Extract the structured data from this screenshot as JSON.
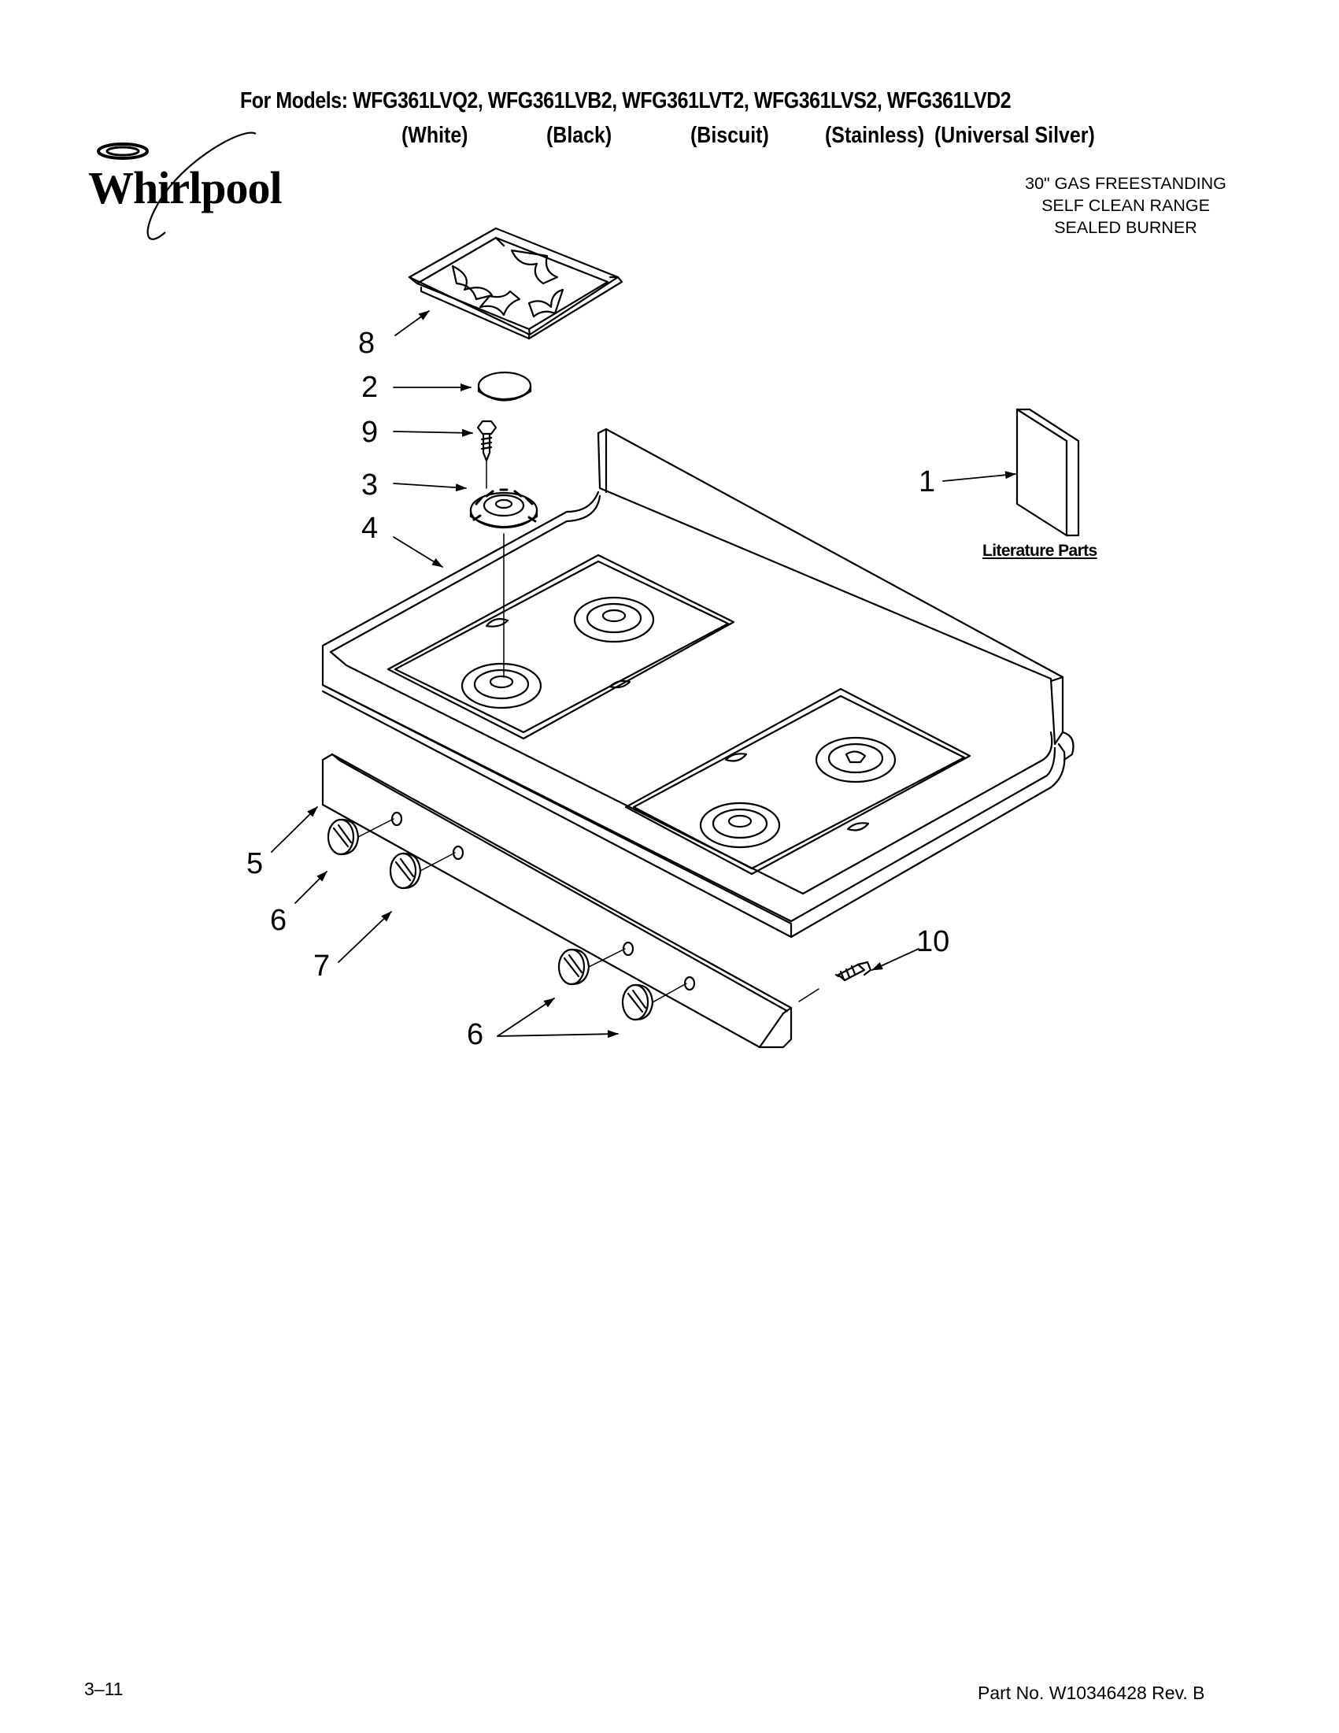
{
  "header": {
    "models_line": "For Models: WFG361LVQ2, WFG361LVB2, WFG361LVT2, WFG361LVS2, WFG361LVD2",
    "colors": [
      "(White)",
      "(Black)",
      "(Biscuit)",
      "(Stainless)",
      "(Universal Silver)"
    ]
  },
  "brand": {
    "logo": "Whirlpool"
  },
  "product": {
    "line1": "30\" GAS FREESTANDING",
    "line2": "SELF CLEAN RANGE",
    "line3": "SEALED BURNER"
  },
  "callouts": {
    "c1": "1",
    "c2": "2",
    "c3": "3",
    "c4": "4",
    "c5": "5",
    "c6a": "6",
    "c6b": "6",
    "c7": "7",
    "c8": "8",
    "c9": "9",
    "c10": "10"
  },
  "literature": {
    "label": "Literature Parts"
  },
  "footer": {
    "page": "3–11",
    "part_no": "Part No. W10346428 Rev. B"
  },
  "icons": [
    "whirlpool-logo-icon",
    "burner-grate-icon",
    "burner-cap-icon",
    "screw-icon",
    "burner-base-icon",
    "cooktop-icon",
    "manifold-panel-icon",
    "knob-icon",
    "literature-booklet-icon"
  ]
}
